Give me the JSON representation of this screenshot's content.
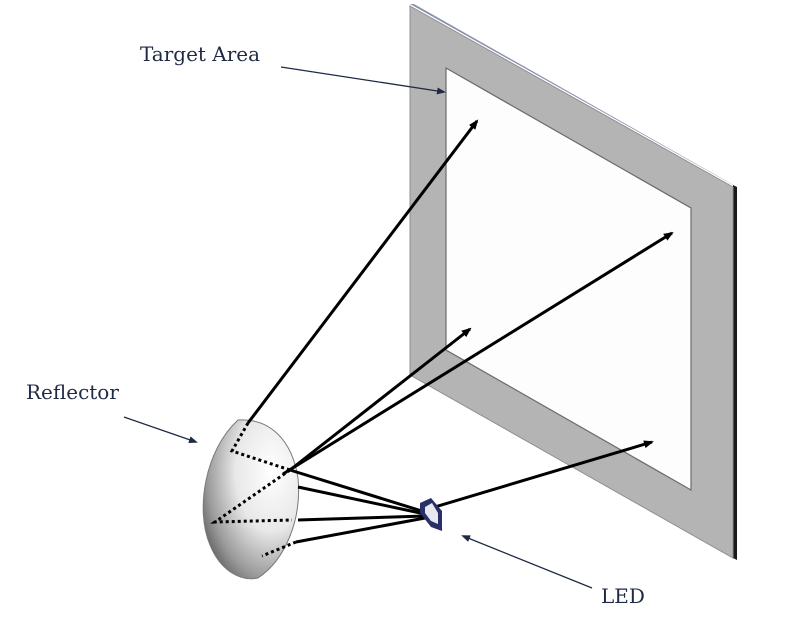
{
  "labels": {
    "target_area": "Target Area",
    "reflector": "Reflector",
    "led": "LED"
  },
  "colors": {
    "frame": "#b4b4b4",
    "frame_edge": "#8a90b0",
    "screen": "#fdfdfd",
    "ray": "#000000",
    "label_text": "#1f2a44",
    "leader": "#1f2a44",
    "led_body": "#2a2f6a"
  }
}
